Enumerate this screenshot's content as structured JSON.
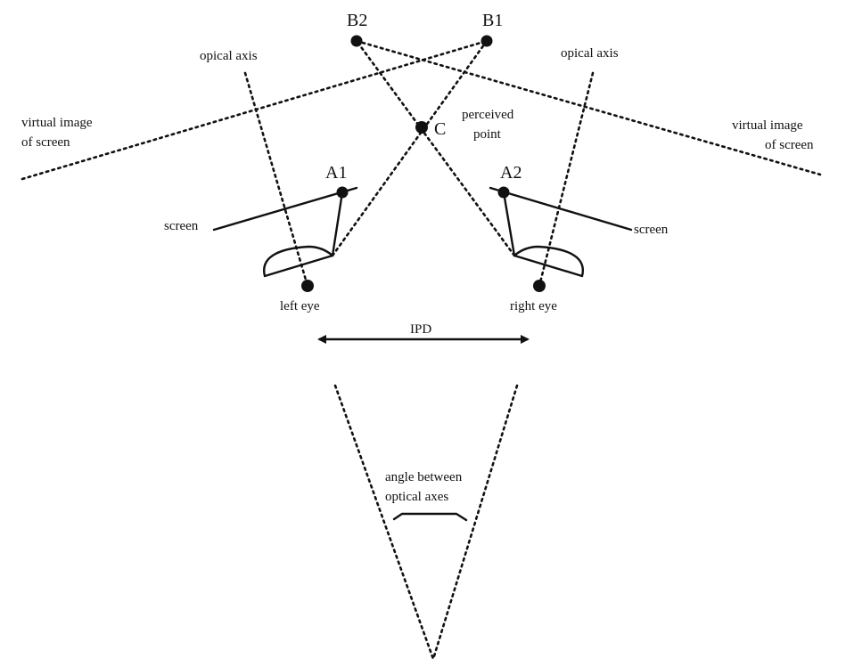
{
  "points": {
    "b2": "B2",
    "b1": "B1",
    "c": "C",
    "a1": "A1",
    "a2": "A2"
  },
  "labels": {
    "optical_axis_left": "opical axis",
    "optical_axis_right": "opical axis",
    "virtual_image_left_line1": "virtual image",
    "virtual_image_left_line2": "of screen",
    "virtual_image_right_line1": "virtual image",
    "virtual_image_right_line2": "of screen",
    "perceived_line1": "perceived",
    "perceived_line2": "point",
    "screen_left": "screen",
    "screen_right": "screen",
    "left_eye": "left eye",
    "right_eye": "right eye",
    "ipd": "IPD",
    "angle_line1": "angle between",
    "angle_line2": "optical axes"
  }
}
